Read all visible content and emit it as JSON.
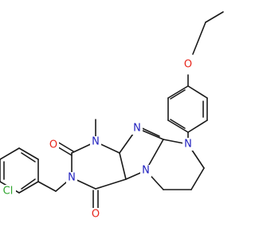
{
  "atoms": {
    "o_ether": "O",
    "n_aryl": "N",
    "n_imine": "N",
    "n_methyl": "N",
    "methyl_label": "",
    "o_upper": "O",
    "o_lower": "O",
    "n_benzyl": "N",
    "n_bridge": "N",
    "cl": "Cl"
  },
  "colors": {
    "bond": "#1a1a1a",
    "nitrogen": "#1f1fbf",
    "oxygen": "#e8261c",
    "chlorine": "#2ea52e",
    "background": "#ffffff"
  }
}
